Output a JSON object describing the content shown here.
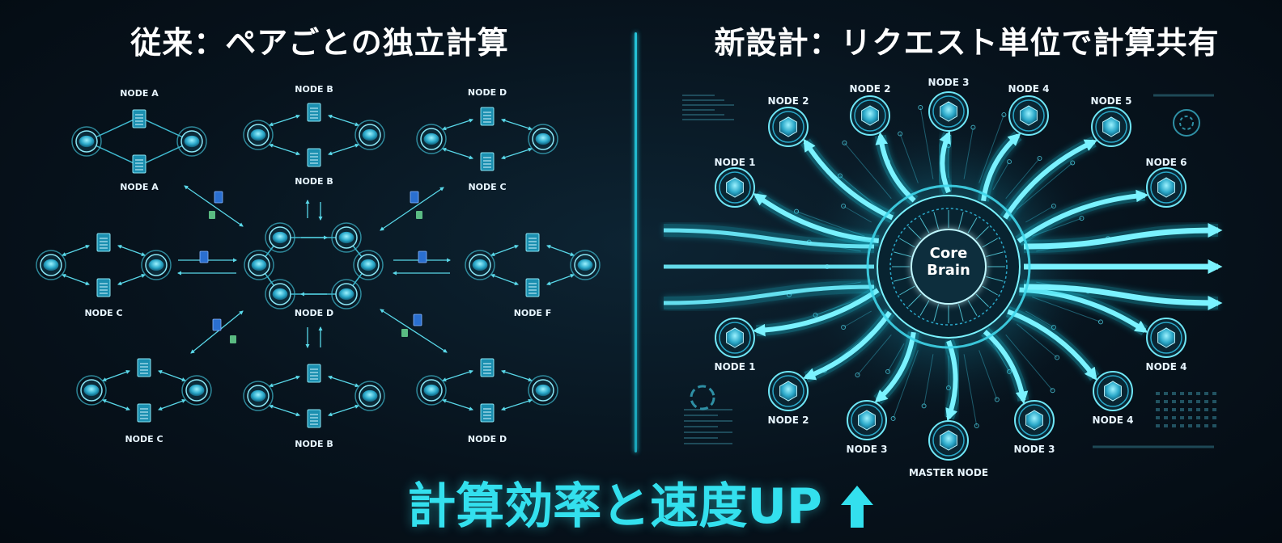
{
  "left_title": "従来：ペアごとの独立計算",
  "right_title": "新設計：リクエスト単位で計算共有",
  "caption": "計算効率と速度UP",
  "caption_arrow_icon": "arrow-up-icon",
  "colors": {
    "accent": "#33e0ee",
    "node_fill": "#2aa8c9",
    "line": "#3fb9cf",
    "background": "#07131d"
  },
  "left_labels": {
    "a_top": "NODE A",
    "a_bottom": "NODE A",
    "b_top": "NODE B",
    "b_bottom": "NODE B",
    "d_top": "NODE D",
    "c_right": "NODE C",
    "c_left": "NODE C",
    "d_center": "NODE D",
    "f": "NODE F",
    "c_bottom": "NODE C",
    "b_lower": "NODE B",
    "d_bottom": "NODE D"
  },
  "core": {
    "line1": "Core",
    "line2": "Brain"
  },
  "right_labels": {
    "n2_top": "NODE 2",
    "n2_upper": "NODE 2",
    "n3_top": "NODE 3",
    "n4_top": "NODE 4",
    "n5_top": "NODE 5",
    "n1_top": "NODE 1",
    "n6_top": "NODE 6",
    "n1_bottom": "NODE 1",
    "n4_right": "NODE 4",
    "n2_bottom": "NODE 2",
    "n4_bottom": "NODE 4",
    "n3_bottom_left": "NODE 3",
    "n3_bottom_right": "NODE 3",
    "master": "MASTER NODE"
  }
}
